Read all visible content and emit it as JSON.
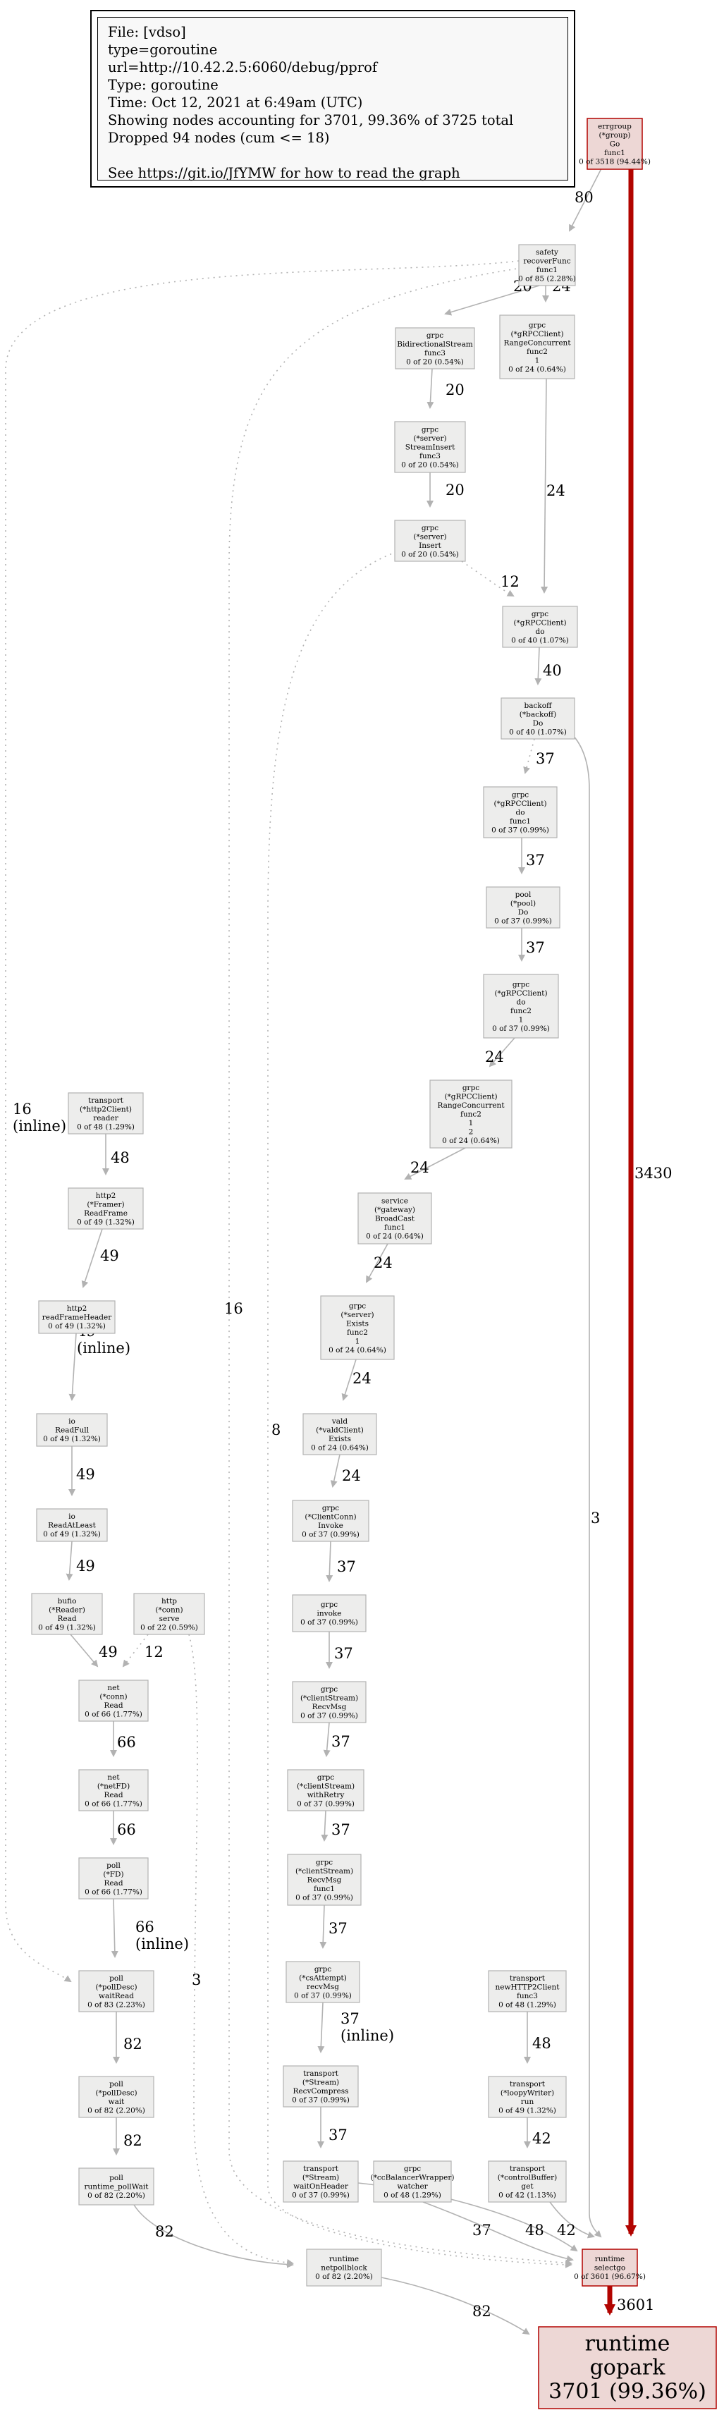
{
  "legend": {
    "lines": [
      "File: [vdso]",
      "type=goroutine",
      "url=http://10.42.2.5:6060/debug/pprof",
      "Type: goroutine",
      "Time: Oct 12, 2021 at 6:49am (UTC)",
      "Showing nodes accounting for 3701, 99.36% of 3725 total",
      "Dropped 94 nodes (cum <= 18)"
    ],
    "footer": "See https://git.io/JfYMW for how to read the graph"
  },
  "nodes": {
    "errgroup": {
      "lines": [
        "errgroup",
        "(*group)",
        "Go",
        "func1",
        "0 of 3518 (94.44%)"
      ],
      "hot": true
    },
    "safety": {
      "lines": [
        "safety",
        "recoverFunc",
        "func1",
        "0 of 85 (2.28%)"
      ]
    },
    "bidi": {
      "lines": [
        "grpc",
        "BidirectionalStream",
        "func3",
        "0 of 20 (0.54%)"
      ]
    },
    "rangeconc1": {
      "lines": [
        "grpc",
        "(*gRPCClient)",
        "RangeConcurrent",
        "func2",
        "1",
        "0 of 24 (0.64%)"
      ]
    },
    "streaminsert": {
      "lines": [
        "grpc",
        "(*server)",
        "StreamInsert",
        "func3",
        "0 of 20 (0.54%)"
      ]
    },
    "insert": {
      "lines": [
        "grpc",
        "(*server)",
        "Insert",
        "0 of 20 (0.54%)"
      ]
    },
    "grpcdo": {
      "lines": [
        "grpc",
        "(*gRPCClient)",
        "do",
        "0 of 40 (1.07%)"
      ]
    },
    "backoff": {
      "lines": [
        "backoff",
        "(*backoff)",
        "Do",
        "0 of 40 (1.07%)"
      ]
    },
    "dofunc1": {
      "lines": [
        "grpc",
        "(*gRPCClient)",
        "do",
        "func1",
        "0 of 37 (0.99%)"
      ]
    },
    "pooldo": {
      "lines": [
        "pool",
        "(*pool)",
        "Do",
        "0 of 37 (0.99%)"
      ]
    },
    "dofunc2": {
      "lines": [
        "grpc",
        "(*gRPCClient)",
        "do",
        "func2",
        "1",
        "0 of 37 (0.99%)"
      ]
    },
    "rangeconc2": {
      "lines": [
        "grpc",
        "(*gRPCClient)",
        "RangeConcurrent",
        "func2",
        "1",
        "2",
        "0 of 24 (0.64%)"
      ]
    },
    "broadcast": {
      "lines": [
        "service",
        "(*gateway)",
        "BroadCast",
        "func1",
        "0 of 24 (0.64%)"
      ]
    },
    "exists1": {
      "lines": [
        "grpc",
        "(*server)",
        "Exists",
        "func2",
        "1",
        "0 of 24 (0.64%)"
      ]
    },
    "exists2": {
      "lines": [
        "vald",
        "(*valdClient)",
        "Exists",
        "0 of 24 (0.64%)"
      ]
    },
    "ccinvoke": {
      "lines": [
        "grpc",
        "(*ClientConn)",
        "Invoke",
        "0 of 37 (0.99%)"
      ]
    },
    "invoke": {
      "lines": [
        "grpc",
        "invoke",
        "0 of 37 (0.99%)"
      ]
    },
    "csrecv": {
      "lines": [
        "grpc",
        "(*clientStream)",
        "RecvMsg",
        "0 of 37 (0.99%)"
      ]
    },
    "withretry": {
      "lines": [
        "grpc",
        "(*clientStream)",
        "withRetry",
        "0 of 37 (0.99%)"
      ]
    },
    "csrecvf1": {
      "lines": [
        "grpc",
        "(*clientStream)",
        "RecvMsg",
        "func1",
        "0 of 37 (0.99%)"
      ]
    },
    "csattempt": {
      "lines": [
        "grpc",
        "(*csAttempt)",
        "recvMsg",
        "0 of 37 (0.99%)"
      ]
    },
    "recvcompress": {
      "lines": [
        "transport",
        "(*Stream)",
        "RecvCompress",
        "0 of 37 (0.99%)"
      ]
    },
    "waitheader": {
      "lines": [
        "transport",
        "(*Stream)",
        "waitOnHeader",
        "0 of 37 (0.99%)"
      ]
    },
    "reader": {
      "lines": [
        "transport",
        "(*http2Client)",
        "reader",
        "0 of 48 (1.29%)"
      ]
    },
    "readframe": {
      "lines": [
        "http2",
        "(*Framer)",
        "ReadFrame",
        "0 of 49 (1.32%)"
      ]
    },
    "readframeheader": {
      "lines": [
        "http2",
        "readFrameHeader",
        "0 of 49 (1.32%)"
      ]
    },
    "readfull": {
      "lines": [
        "io",
        "ReadFull",
        "0 of 49 (1.32%)"
      ]
    },
    "readatleast": {
      "lines": [
        "io",
        "ReadAtLeast",
        "0 of 49 (1.32%)"
      ]
    },
    "bufioread": {
      "lines": [
        "bufio",
        "(*Reader)",
        "Read",
        "0 of 49 (1.32%)"
      ]
    },
    "httpserve": {
      "lines": [
        "http",
        "(*conn)",
        "serve",
        "0 of 22 (0.59%)"
      ]
    },
    "connread": {
      "lines": [
        "net",
        "(*conn)",
        "Read",
        "0 of 66 (1.77%)"
      ]
    },
    "netfdread": {
      "lines": [
        "net",
        "(*netFD)",
        "Read",
        "0 of 66 (1.77%)"
      ]
    },
    "fdread": {
      "lines": [
        "poll",
        "(*FD)",
        "Read",
        "0 of 66 (1.77%)"
      ]
    },
    "waitread": {
      "lines": [
        "poll",
        "(*pollDesc)",
        "waitRead",
        "0 of 83 (2.23%)"
      ]
    },
    "polldescwait": {
      "lines": [
        "poll",
        "(*pollDesc)",
        "wait",
        "0 of 82 (2.20%)"
      ]
    },
    "pollwait": {
      "lines": [
        "poll",
        "runtime_pollWait",
        "0 of 82 (2.20%)"
      ]
    },
    "netpollblock": {
      "lines": [
        "runtime",
        "netpollblock",
        "0 of 82 (2.20%)"
      ]
    },
    "newhttp2": {
      "lines": [
        "transport",
        "newHTTP2Client",
        "func3",
        "0 of 48 (1.29%)"
      ]
    },
    "loopyrun": {
      "lines": [
        "transport",
        "(*loopyWriter)",
        "run",
        "0 of 49 (1.32%)"
      ]
    },
    "controlbuf": {
      "lines": [
        "transport",
        "(*controlBuffer)",
        "get",
        "0 of 42 (1.13%)"
      ]
    },
    "balancer": {
      "lines": [
        "grpc",
        "(*ccBalancerWrapper)",
        "watcher",
        "0 of 48 (1.29%)"
      ]
    },
    "selectgo": {
      "lines": [
        "runtime",
        "selectgo",
        "0 of 3601 (96.67%)"
      ],
      "hot": true
    },
    "gopark": {
      "lines": [
        "runtime",
        "gopark",
        "3701 (99.36%)"
      ],
      "hot": true,
      "big": true
    }
  },
  "edges": [
    {
      "from": "errgroup",
      "to": "safety",
      "label": "80"
    },
    {
      "from": "errgroup",
      "to": "selectgo",
      "label": "3430",
      "hot": true
    },
    {
      "from": "safety",
      "to": "bidi",
      "label": "20"
    },
    {
      "from": "safety",
      "to": "rangeconc1",
      "label": "24"
    },
    {
      "from": "safety",
      "to": "waitread",
      "label": "16\n(inline)",
      "dashed": true
    },
    {
      "from": "safety",
      "to": "selectgo",
      "label": "16",
      "dashed": true
    },
    {
      "from": "bidi",
      "to": "streaminsert",
      "label": "20"
    },
    {
      "from": "streaminsert",
      "to": "insert",
      "label": "20"
    },
    {
      "from": "insert",
      "to": "grpcdo",
      "label": "12",
      "dashed": true
    },
    {
      "from": "insert",
      "to": "selectgo",
      "label": "8",
      "dashed": true
    },
    {
      "from": "rangeconc1",
      "to": "grpcdo",
      "label": "24"
    },
    {
      "from": "grpcdo",
      "to": "backoff",
      "label": "40"
    },
    {
      "from": "backoff",
      "to": "dofunc1",
      "label": "37",
      "dashed": true
    },
    {
      "from": "backoff",
      "to": "selectgo",
      "label": "3"
    },
    {
      "from": "dofunc1",
      "to": "pooldo",
      "label": "37"
    },
    {
      "from": "pooldo",
      "to": "dofunc2",
      "label": "37"
    },
    {
      "from": "dofunc2",
      "to": "rangeconc2",
      "label": "24"
    },
    {
      "from": "rangeconc2",
      "to": "broadcast",
      "label": "24"
    },
    {
      "from": "broadcast",
      "to": "exists1",
      "label": "24"
    },
    {
      "from": "exists1",
      "to": "exists2",
      "label": "24"
    },
    {
      "from": "exists2",
      "to": "ccinvoke",
      "label": "24"
    },
    {
      "from": "ccinvoke",
      "to": "invoke",
      "label": "37"
    },
    {
      "from": "invoke",
      "to": "csrecv",
      "label": "37"
    },
    {
      "from": "csrecv",
      "to": "withretry",
      "label": "37"
    },
    {
      "from": "withretry",
      "to": "csrecvf1",
      "label": "37"
    },
    {
      "from": "csrecvf1",
      "to": "csattempt",
      "label": "37"
    },
    {
      "from": "csattempt",
      "to": "recvcompress",
      "label": "37\n(inline)"
    },
    {
      "from": "recvcompress",
      "to": "waitheader",
      "label": "37"
    },
    {
      "from": "waitheader",
      "to": "selectgo",
      "label": "37"
    },
    {
      "from": "reader",
      "to": "readframe",
      "label": "48"
    },
    {
      "from": "readframe",
      "to": "readframeheader",
      "label": "49"
    },
    {
      "from": "readframeheader",
      "to": "readfull",
      "label": "49\n(inline)"
    },
    {
      "from": "readfull",
      "to": "readatleast",
      "label": "49"
    },
    {
      "from": "readatleast",
      "to": "bufioread",
      "label": "49"
    },
    {
      "from": "bufioread",
      "to": "connread",
      "label": "49"
    },
    {
      "from": "httpserve",
      "to": "connread",
      "label": "12",
      "dashed": true
    },
    {
      "from": "httpserve",
      "to": "netpollblock",
      "label": "3",
      "dashed": true
    },
    {
      "from": "connread",
      "to": "netfdread",
      "label": "66"
    },
    {
      "from": "netfdread",
      "to": "fdread",
      "label": "66"
    },
    {
      "from": "fdread",
      "to": "waitread",
      "label": "66\n(inline)"
    },
    {
      "from": "waitread",
      "to": "polldescwait",
      "label": "82"
    },
    {
      "from": "polldescwait",
      "to": "pollwait",
      "label": "82"
    },
    {
      "from": "pollwait",
      "to": "netpollblock",
      "label": "82"
    },
    {
      "from": "netpollblock",
      "to": "gopark",
      "label": "82"
    },
    {
      "from": "newhttp2",
      "to": "loopyrun",
      "label": "48"
    },
    {
      "from": "loopyrun",
      "to": "controlbuf",
      "label": "42"
    },
    {
      "from": "controlbuf",
      "to": "selectgo",
      "label": "42"
    },
    {
      "from": "balancer",
      "to": "selectgo",
      "label": "48"
    },
    {
      "from": "selectgo",
      "to": "gopark",
      "label": "3601",
      "hot": true
    }
  ],
  "colors": {
    "node_fill": "#ededec",
    "node_stroke": "#b2b2b2",
    "hot_fill": "#edd7d5",
    "hot_stroke": "#b20400",
    "edge": "#b2b2b2",
    "hot_edge": "#b20400"
  }
}
